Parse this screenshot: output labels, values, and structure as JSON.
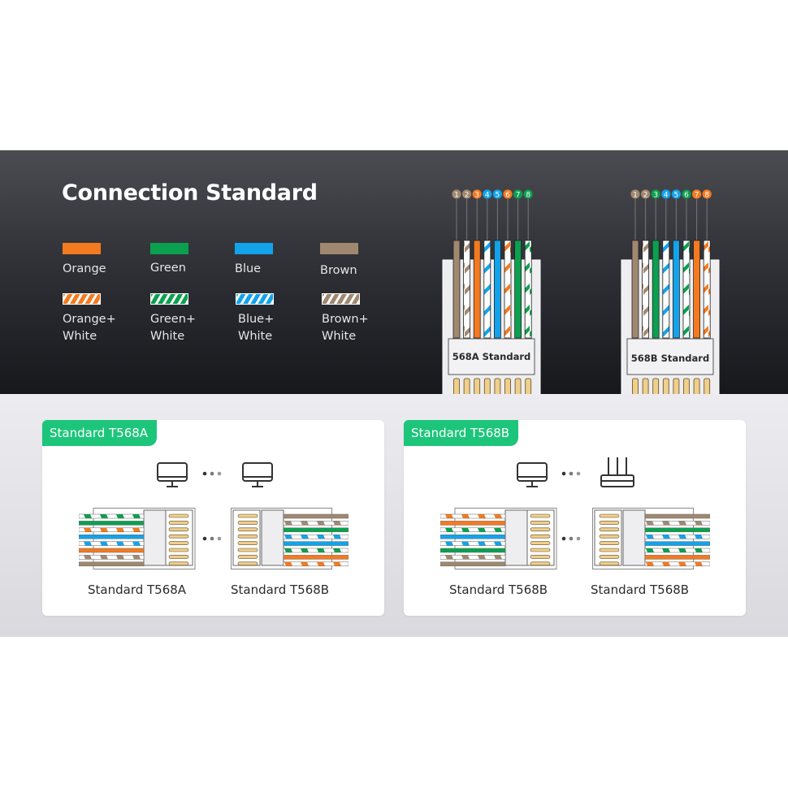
{
  "header": {
    "title": "Connection Standard"
  },
  "legend": {
    "solid": [
      {
        "label": "Orange",
        "color": "#f47a20"
      },
      {
        "label": "Green",
        "color": "#0aa04f"
      },
      {
        "label": "Blue",
        "color": "#12a3ea"
      },
      {
        "label": "Brown",
        "color": "#a08870"
      }
    ],
    "striped": [
      {
        "label_line1": "Orange+",
        "label_line2": "White",
        "color": "#f47a20"
      },
      {
        "label_line1": "Green+",
        "label_line2": "White",
        "color": "#0aa04f"
      },
      {
        "label_line1": "Blue+",
        "label_line2": "White",
        "color": "#12a3ea"
      },
      {
        "label_line1": "Brown+",
        "label_line2": "White",
        "color": "#a08870"
      }
    ]
  },
  "colors": {
    "orange": "#f47a20",
    "green": "#0aa04f",
    "blue": "#12a3ea",
    "brown": "#a08870",
    "tag_green": "#1dc57a"
  },
  "plugs": [
    {
      "label": "568A Standard",
      "pins": [
        "1",
        "2",
        "3",
        "4",
        "5",
        "6",
        "7",
        "8"
      ],
      "wires": [
        {
          "color": "brown",
          "striped": false
        },
        {
          "color": "brown",
          "striped": true
        },
        {
          "color": "orange",
          "striped": false
        },
        {
          "color": "blue",
          "striped": true
        },
        {
          "color": "blue",
          "striped": false
        },
        {
          "color": "orange",
          "striped": true
        },
        {
          "color": "green",
          "striped": false
        },
        {
          "color": "green",
          "striped": true
        }
      ]
    },
    {
      "label": "568B Standard",
      "pins": [
        "1",
        "2",
        "3",
        "4",
        "5",
        "6",
        "7",
        "8"
      ],
      "wires": [
        {
          "color": "brown",
          "striped": false
        },
        {
          "color": "brown",
          "striped": true
        },
        {
          "color": "green",
          "striped": false
        },
        {
          "color": "blue",
          "striped": true
        },
        {
          "color": "blue",
          "striped": false
        },
        {
          "color": "green",
          "striped": true
        },
        {
          "color": "orange",
          "striped": false
        },
        {
          "color": "orange",
          "striped": true
        }
      ]
    }
  ],
  "cards": [
    {
      "tag": "Standard T568A",
      "devices": [
        "computer",
        "computer"
      ],
      "connectors": [
        {
          "caption": "Standard T568A",
          "wires": [
            {
              "color": "green",
              "striped": true
            },
            {
              "color": "green",
              "striped": false
            },
            {
              "color": "orange",
              "striped": true
            },
            {
              "color": "blue",
              "striped": false
            },
            {
              "color": "blue",
              "striped": true
            },
            {
              "color": "orange",
              "striped": false
            },
            {
              "color": "brown",
              "striped": true
            },
            {
              "color": "brown",
              "striped": false
            }
          ]
        },
        {
          "caption": "Standard T568B",
          "wires": [
            {
              "color": "brown",
              "striped": false
            },
            {
              "color": "brown",
              "striped": true
            },
            {
              "color": "green",
              "striped": false
            },
            {
              "color": "blue",
              "striped": true
            },
            {
              "color": "blue",
              "striped": false
            },
            {
              "color": "green",
              "striped": true
            },
            {
              "color": "orange",
              "striped": false
            },
            {
              "color": "orange",
              "striped": true
            }
          ]
        }
      ]
    },
    {
      "tag": "Standard T568B",
      "devices": [
        "computer",
        "router"
      ],
      "connectors": [
        {
          "caption": "Standard T568B",
          "wires": [
            {
              "color": "orange",
              "striped": true
            },
            {
              "color": "orange",
              "striped": false
            },
            {
              "color": "green",
              "striped": true
            },
            {
              "color": "blue",
              "striped": false
            },
            {
              "color": "blue",
              "striped": true
            },
            {
              "color": "green",
              "striped": false
            },
            {
              "color": "brown",
              "striped": true
            },
            {
              "color": "brown",
              "striped": false
            }
          ]
        },
        {
          "caption": "Standard T568B",
          "wires": [
            {
              "color": "brown",
              "striped": false
            },
            {
              "color": "brown",
              "striped": true
            },
            {
              "color": "green",
              "striped": false
            },
            {
              "color": "blue",
              "striped": true
            },
            {
              "color": "blue",
              "striped": false
            },
            {
              "color": "green",
              "striped": true
            },
            {
              "color": "orange",
              "striped": false
            },
            {
              "color": "orange",
              "striped": true
            }
          ]
        }
      ]
    }
  ]
}
